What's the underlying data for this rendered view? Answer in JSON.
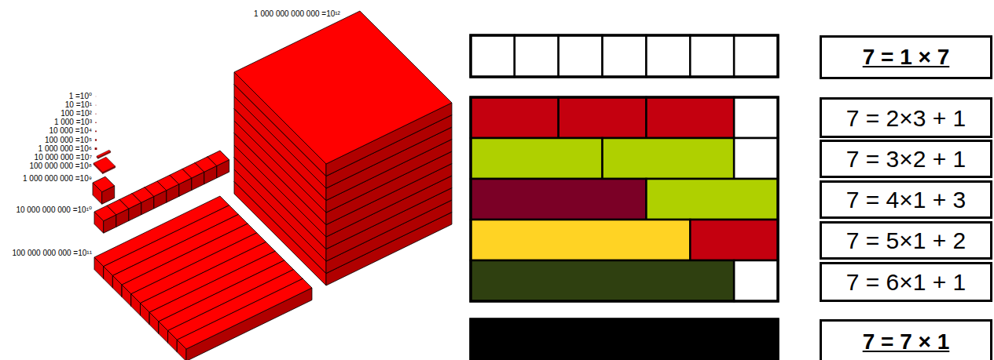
{
  "diagram": {
    "nodes": [
      {
        "text": [
          "7 = 1 × 7"
        ]
      },
      {
        "text": [
          "7 = 2×3 + 1"
        ]
      },
      {
        "text": [
          "7 = 3×2 + 1"
        ]
      },
      {
        "text": [
          "7 = 4×1 + 3"
        ]
      },
      {
        "text": [
          "7 = 5×1 + 2"
        ]
      },
      {
        "text": [
          "7 = 6×1 + 1"
        ]
      },
      {
        "text": [
          "7 = 7 × 1"
        ]
      }
    ],
    "labels": [
      "1 000 000 000 000 =10¹²",
      "1 =10⁰",
      "10 =10¹",
      "100 =10²",
      "1 000 =10³",
      "10 000 =10⁴",
      "100 000 =10⁵",
      "1 000 000 =10⁶",
      "10 000 000 =10⁷",
      "100 000 000 =10⁸",
      "1 000 000 000 =10⁹",
      "10 000 000 000 =10¹⁰",
      "100 000 000 000 =10¹¹"
    ]
  }
}
